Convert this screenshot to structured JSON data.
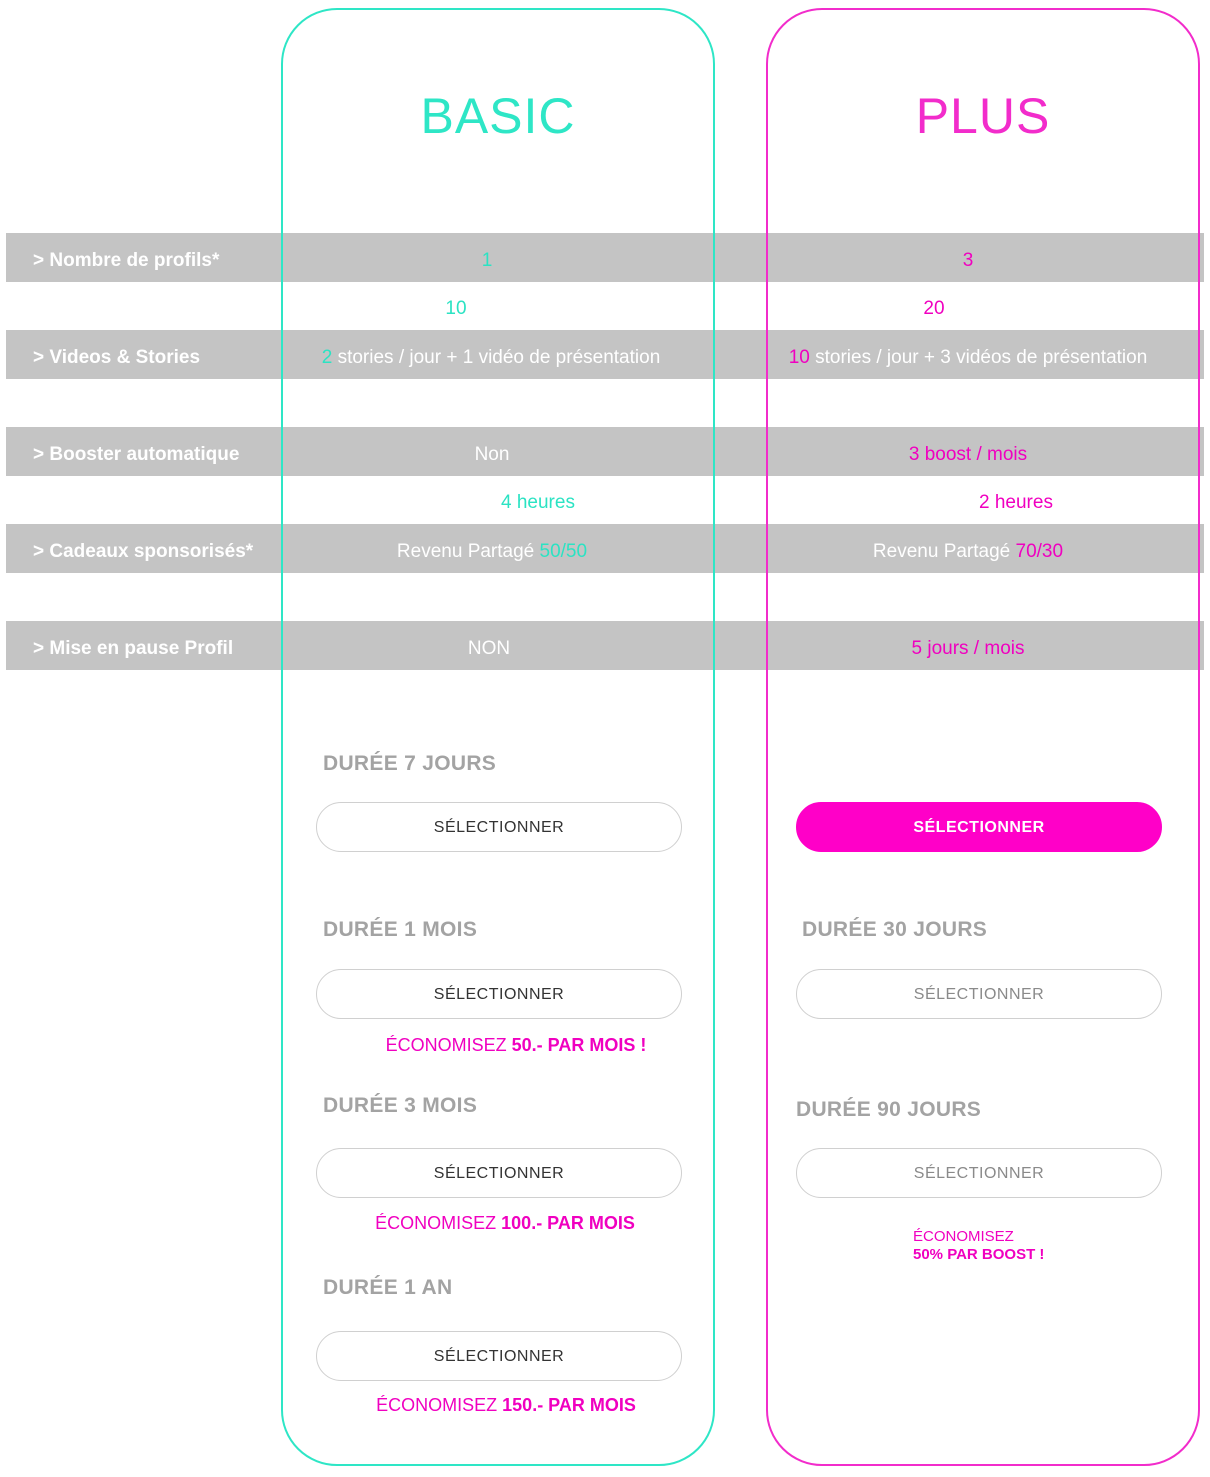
{
  "plans": {
    "basic": {
      "title": "BASIC",
      "color": "#2ee6c6"
    },
    "plus": {
      "title": "PLUS",
      "color": "#f22ccb"
    }
  },
  "rows": {
    "profils": {
      "label": "> Nombre de profils*",
      "basic": "1",
      "plus": "3"
    },
    "sub1": {
      "basic": "10",
      "plus": "20"
    },
    "videos": {
      "label": "> Videos & Stories",
      "basic_num": "2",
      "basic_text": " stories / jour + 1 vidéo de présentation",
      "plus_num": "10",
      "plus_text": " stories / jour + 3 vidéos de présentation"
    },
    "booster": {
      "label": "> Booster automatique",
      "basic": "Non",
      "plus": "3 boost / mois"
    },
    "sub2": {
      "basic": "4 heures",
      "plus": "2 heures"
    },
    "cadeaux": {
      "label": "> Cadeaux sponsorisés*",
      "basic_prefix": "Revenu Partagé ",
      "basic_ratio": "50/50",
      "plus_prefix": "Revenu Partagé ",
      "plus_ratio": "70/30"
    },
    "pause": {
      "label": "> Mise en pause Profil",
      "basic": "NON",
      "plus": "5 jours / mois"
    }
  },
  "basic_options": [
    {
      "duration": "DURÉE  7 JOURS",
      "button": "SÉLECTIONNER"
    },
    {
      "duration": "DURÉE  1 MOIS",
      "button": "SÉLECTIONNER",
      "save_prefix": "ÉCONOMISEZ ",
      "save_bold": "50.- PAR MOIS !"
    },
    {
      "duration": "DURÉE 3 MOIS",
      "button": "SÉLECTIONNER",
      "save_prefix": "ÉCONOMISEZ ",
      "save_bold": "100.- PAR MOIS"
    },
    {
      "duration": "DURÉE 1 AN",
      "button": "SÉLECTIONNER",
      "save_prefix": "ÉCONOMISEZ ",
      "save_bold": "150.- PAR MOIS"
    }
  ],
  "plus_options": [
    {
      "button": "SÉLECTIONNER"
    },
    {
      "duration": "DURÉE  30 JOURS",
      "button": "SÉLECTIONNER"
    },
    {
      "duration": "DURÉE 90 JOURS",
      "button": "SÉLECTIONNER",
      "save_line1": "ÉCONOMISEZ",
      "save_line2": "50% PAR BOOST !"
    }
  ]
}
